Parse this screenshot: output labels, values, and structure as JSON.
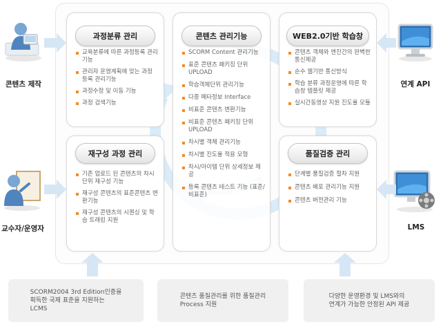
{
  "left_actors": [
    {
      "label": "콘텐츠 제작",
      "icon": "author-computer-icon"
    },
    {
      "label": "교수자/운영자",
      "icon": "instructor-whiteboard-icon"
    }
  ],
  "right_actors": [
    {
      "label": "연계 API",
      "icon": "api-monitor-icon"
    },
    {
      "label": "LMS",
      "icon": "lms-monitor-film-icon"
    }
  ],
  "cards": {
    "curriculum": {
      "title": "과정분류 관리",
      "items": [
        "교육분류에 따른 과정등록 관리기능",
        "관리자 운영계획에 맞는 과정 등록 관리기능",
        "과정수정 및 이동 기능",
        "과정 검색기능"
      ]
    },
    "content": {
      "title": "콘텐츠 관리기능",
      "items": [
        "SCORM Content 관리기능",
        "표준 콘텐츠 패키징 단위 UPLOAD",
        "학습객체단위 관리기능",
        "다중 메타정보 Interface",
        "비표준 콘텐츠 변환기능",
        "비표준 콘텐츠 패키징 단위 UPLOAD",
        "차시별 객체 관리기능",
        "차시별 진도율 적용 모형",
        "차시/아이템 단위 상세정보 제공",
        "등록 콘텐츠 테스트 기능 (표준/비표준)"
      ]
    },
    "web": {
      "title": "WEB2.0기반 학습창",
      "items": [
        "콘텐츠 객체와 엔진간의 완벽한 통신제공",
        "순수 웹기반 통신방식",
        "학습 분류 과정운영에 따른 학습창 템플릿 제공",
        "실시간동영상 지원 진도율 모듈"
      ]
    },
    "restructure": {
      "title": "재구성 과정 관리",
      "items": [
        "기존 업로드 된 콘텐츠의 차시단위 재구성 기능",
        "재구성 콘텐츠의 표준콘텐츠 변환기능",
        "재구성 콘텐츠의 시퀀싱 및 학습 트래킹 지원"
      ]
    },
    "quality": {
      "title": "품질검증 관리",
      "items": [
        "단계별 품질검증 절차 지원",
        "콘텐츠 배포 관리기능 지원",
        "콘텐츠 버전관리 기능"
      ]
    }
  },
  "bottom": [
    [
      "SCORM2004 3rd Edition인증을",
      "획득한 국제 표준을 지원하는",
      "LCMS"
    ],
    [
      "콘텐츠 품질관리를 위한 품질관리",
      "Process 지원"
    ],
    [
      "다양한 운영환경 및 LMS와의",
      "연계가 가능한 안정된 API 제공"
    ]
  ],
  "colors": {
    "bullet": "#f28a2a",
    "arrow": "#d6e6f5",
    "cycle": "#d9ecf7"
  }
}
